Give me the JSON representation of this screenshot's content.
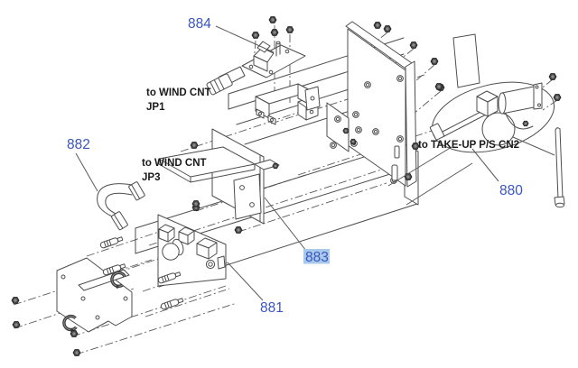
{
  "diagram_type": "exploded-parts-diagram",
  "colors": {
    "line": "#4d4d4d",
    "part_label": "#3a55c0",
    "highlight": "#a9c9ea",
    "annotation": "#1a1a1a",
    "background": "#ffffff"
  },
  "part_labels": {
    "p880": {
      "text": "880",
      "highlighted": false
    },
    "p881": {
      "text": "881",
      "highlighted": false
    },
    "p882": {
      "text": "882",
      "highlighted": false
    },
    "p883": {
      "text": "883",
      "highlighted": true
    },
    "p884": {
      "text": "884",
      "highlighted": false
    }
  },
  "annotations": {
    "wind_jp1": {
      "line1": "to WIND CNT",
      "line2": "JP1"
    },
    "wind_jp3": {
      "line1": "to WIND CNT",
      "line2": "JP3"
    },
    "takeup_cn2": {
      "text": "to TAKE-UP P/S CN2"
    }
  }
}
